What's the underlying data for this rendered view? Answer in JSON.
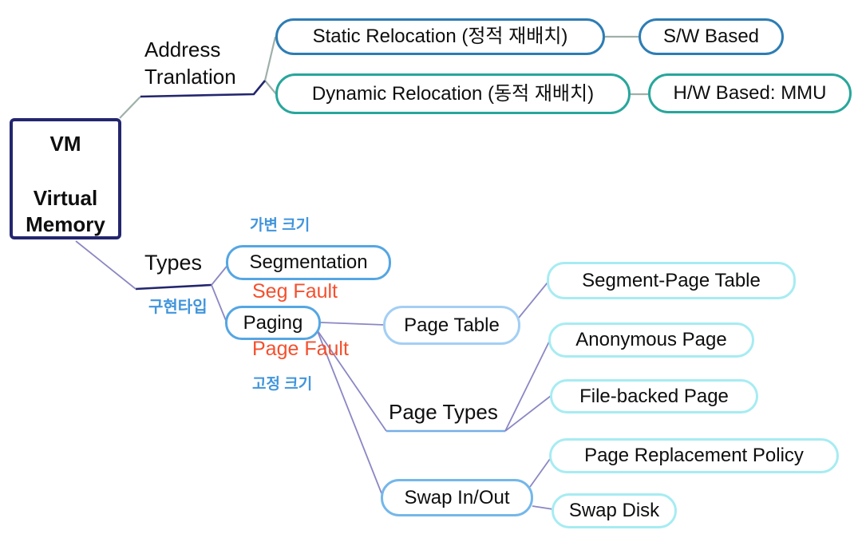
{
  "diagram_title": "VM Virtual Memory mind map",
  "root": {
    "abbr": "VM",
    "name": "Virtual Memory"
  },
  "branches": {
    "address_translation": {
      "label": "Address\nTranlation",
      "children": {
        "static_relocation": {
          "label": "Static Relocation (정적 재배치)",
          "child": "S/W Based"
        },
        "dynamic_relocation": {
          "label": "Dynamic Relocation (동적 재배치)",
          "child": "H/W Based: MMU"
        }
      }
    },
    "types": {
      "label": "Types",
      "sublabel_korean": "구현타입",
      "children": {
        "segmentation": {
          "label": "Segmentation",
          "note_above": "가변 크기",
          "note_below": "Seg Fault"
        },
        "paging": {
          "label": "Paging",
          "note_below": "Page Fault",
          "note_below2": "고정 크기",
          "children": {
            "page_table": {
              "label": "Page Table",
              "child": "Segment-Page Table"
            },
            "page_types": {
              "label": "Page Types",
              "children": [
                "Anonymous Page",
                "File-backed Page"
              ]
            },
            "swap_in_out": {
              "label": "Swap In/Out",
              "children": [
                "Page Replacement Policy",
                "Swap Disk"
              ]
            }
          }
        }
      }
    }
  },
  "nodes": {
    "vm": {
      "label": "VM\n\nVirtual Memory"
    },
    "static_relocation": {
      "label": "Static Relocation (정적 재배치)"
    },
    "sw_based": {
      "label": "S/W Based"
    },
    "dynamic_relocation": {
      "label": "Dynamic Relocation (동적 재배치)"
    },
    "hw_based": {
      "label": "H/W Based: MMU"
    },
    "segmentation": {
      "label": "Segmentation"
    },
    "paging": {
      "label": "Paging"
    },
    "page_table": {
      "label": "Page Table"
    },
    "segment_page_table": {
      "label": "Segment-Page Table"
    },
    "anonymous_page": {
      "label": "Anonymous Page"
    },
    "file_backed_page": {
      "label": "File-backed Page"
    },
    "page_replacement_policy": {
      "label": "Page Replacement Policy"
    },
    "swap_in_out": {
      "label": "Swap In/Out"
    },
    "swap_disk": {
      "label": "Swap Disk"
    }
  },
  "labels": {
    "address_translation": "Address\nTranlation",
    "types": "Types",
    "implementation_type_korean": "구현타입",
    "variable_size_korean": "가변 크기",
    "seg_fault": "Seg Fault",
    "page_fault": "Page Fault",
    "fixed_size_korean": "고정 크기",
    "page_types": "Page Types"
  },
  "colors": {
    "navy": "#23266e",
    "steel": "#2d7db4",
    "teal": "#28a69c",
    "sky": "#55a6e3",
    "swapblue": "#74b7ea",
    "ptblue": "#a3cff4",
    "cyan": "#a6ecf2",
    "purple": "#8b87c4",
    "gray": "#9fb0a9",
    "bluetext": "#4195dc",
    "orange": "#f4502e"
  }
}
